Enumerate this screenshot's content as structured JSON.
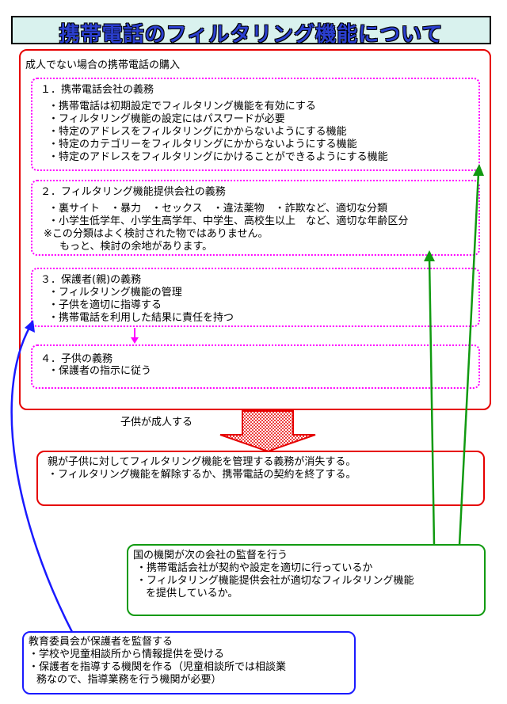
{
  "title": "携帯電話のフィルタリング機能について",
  "main_box": {
    "heading": "成人でない場合の携帯電話の購入",
    "sections": [
      {
        "heading": "１．携帯電話会社の義務",
        "lines": [
          "・携帯電話は初期設定でフィルタリング機能を有効にする",
          "・フィルタリング機能の設定にはパスワードが必要",
          "・特定のアドレスをフィルタリングにかからないようにする機能",
          "・特定のカテゴリーをフィルタリングにかからないようにする機能",
          "・特定のアドレスをフィルタリングにかけることができるようにする機能"
        ]
      },
      {
        "heading": "２．フィルタリング機能提供会社の義務",
        "lines": [
          "・裏サイト　・暴力　・セックス　・違法薬物　・詐欺など、適切な分類",
          "・小学生低学年、小学生高学年、中学生、高校生以上　など、適切な年齢区分",
          "※この分類はよく検討された物ではありません。",
          "もっと、検討の余地があります。"
        ]
      },
      {
        "heading": "３．保護者(親)の義務",
        "lines": [
          "・フィルタリング機能の管理",
          "・子供を適切に指導する",
          "・携帯電話を利用した結果に責任を持つ"
        ]
      },
      {
        "heading": "４．子供の義務",
        "lines": [
          "・保護者の指示に従う"
        ]
      }
    ]
  },
  "adult_label": "子供が成人する",
  "result_box": {
    "lines": [
      "親が子供に対してフィルタリング機能を管理する義務が消失する。",
      "・フィルタリング機能を解除するか、携帯電話の契約を終了する。"
    ]
  },
  "gov_box": {
    "lines": [
      "国の機関が次の会社の監督を行う",
      "・携帯電話会社が契約や設定を適切に行っているか",
      "・フィルタリング機能提供会社が適切なフィルタリング機能",
      "を提供しているか。"
    ]
  },
  "edu_box": {
    "lines": [
      "教育委員会が保護者を監督する",
      "・学校や児童相談所から情報提供を受ける",
      "・保護者を指導する機関を作る（児童相談所では相談業",
      "務なので、指導業務を行う機関が必要）"
    ]
  },
  "colors": {
    "red": "#e60000",
    "green": "#119a11",
    "blue": "#1a1aff",
    "magenta": "#ff00ff",
    "title_text": "#2b3fcf",
    "title_bg": "#d9f2ee"
  }
}
